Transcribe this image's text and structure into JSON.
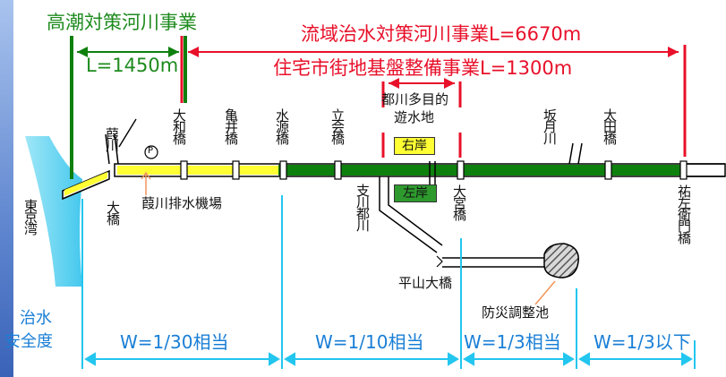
{
  "headers": {
    "high_tide_project": "高潮対策河川事業",
    "high_tide_length": "L=1450m",
    "basin_flood_project": "流域治水対策河川事業L=6670m",
    "urban_project": "住宅市街地基盤整備事業L=1300m"
  },
  "facility": {
    "retention_basin_line1": "都川多目的",
    "retention_basin_line2": "遊水地",
    "right_bank": "右岸",
    "left_bank": "左岸",
    "pump_station": "葭川排水機場",
    "pump_symbol": "P",
    "flood_control_pond": "防災調整池"
  },
  "places": {
    "tokyo_bay": "東京湾",
    "ohashi": "大橋",
    "ashi_river": "葭川",
    "yamato_bridge": "大和橋",
    "kamei_bridge": "亀井橋",
    "suigen_bridge": "水源橋",
    "ritsukai_bridge": "立会橋",
    "sakatsuki_river": "坂月川",
    "ota_bridge": "太田橋",
    "shitsu_tributary": "支川都川",
    "omiya_bridge": "大宮橋",
    "hirayama_bridge": "平山大橋",
    "sukezaemon_bridge": "祐左衛門橋"
  },
  "safety": {
    "label_line1": "治水",
    "label_line2": "安全度",
    "segments": [
      "W=1/30相当",
      "W=1/10相当",
      "W=1/3相当",
      "W=1/3以下"
    ]
  },
  "colors": {
    "green": "#0e800e",
    "yellow": "#ffff33",
    "red": "#e8102a",
    "blue": "#1a7fd6",
    "arrow_blue": "#22c6ef",
    "left_band": "#7b9ed8"
  }
}
